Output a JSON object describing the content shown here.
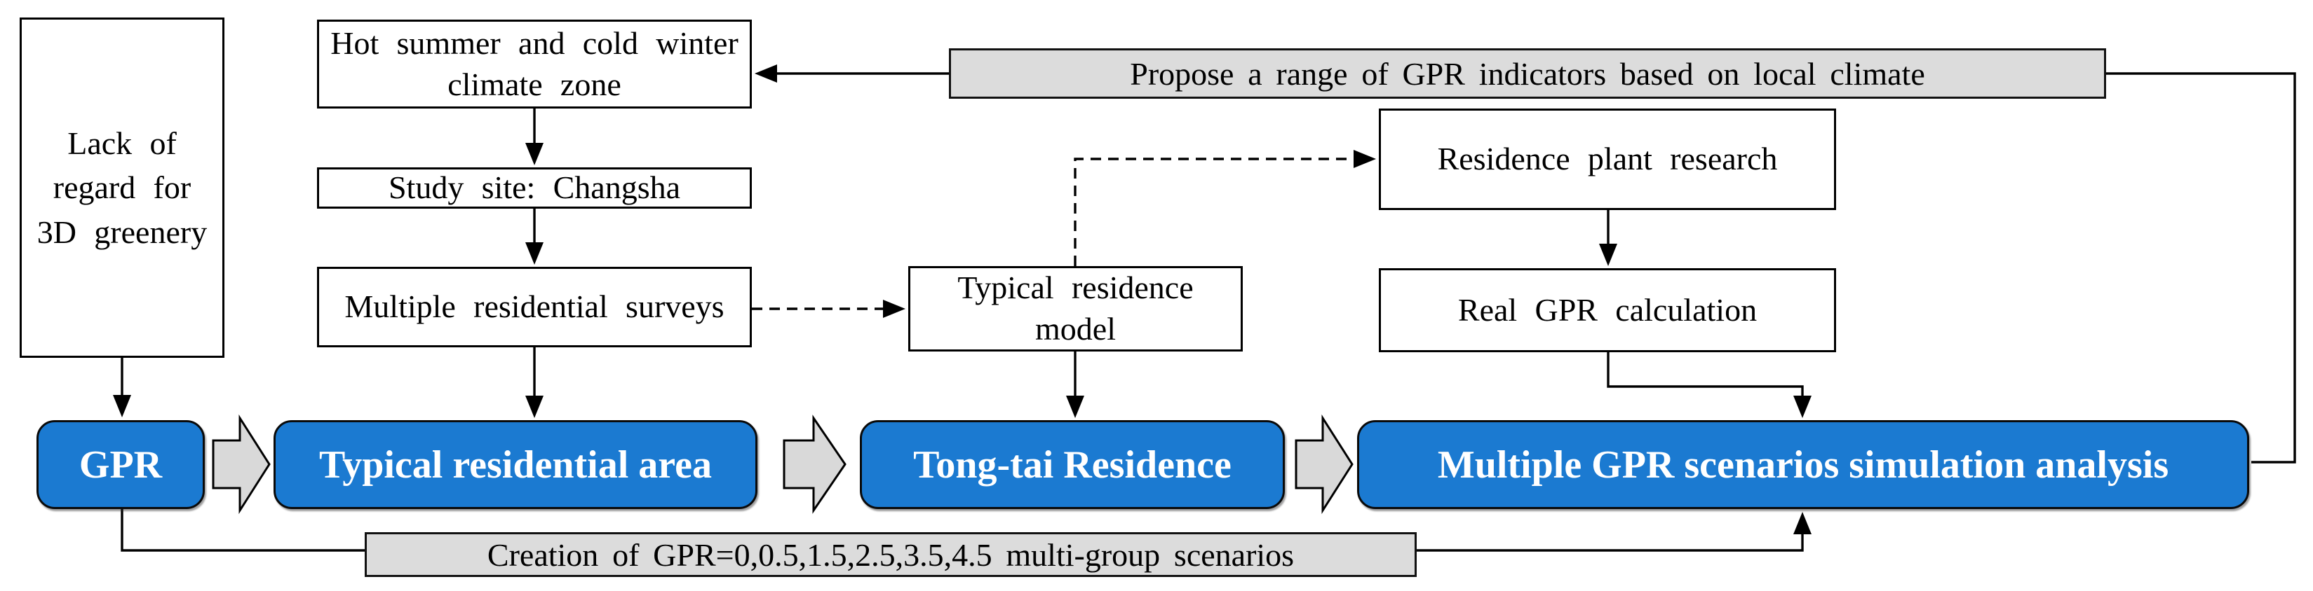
{
  "diagram": {
    "description": "Research workflow flowchart for GPR (green plot ratio) residential greenery study",
    "colors": {
      "highlight_blue": "#1b7ad1",
      "banner_gray": "#dcdcdc",
      "block_arrow_gray": "#d9d9d9",
      "line_black": "#000000",
      "box_white": "#ffffff"
    },
    "boxes": {
      "lack_of_regard": {
        "label": "Lack of regard for 3D greenery"
      },
      "gpr": {
        "label": "GPR"
      },
      "climate_zone": {
        "label": "Hot summer and cold winter climate zone"
      },
      "study_site": {
        "label": "Study site: Changsha"
      },
      "surveys": {
        "label": "Multiple residential surveys"
      },
      "typical_area": {
        "label": "Typical residential area"
      },
      "residence_model": {
        "label": "Typical residence model"
      },
      "tongtai": {
        "label": "Tong-tai Residence"
      },
      "propose_banner": {
        "label": "Propose a range of GPR indicators based on local climate"
      },
      "plant_research": {
        "label": "Residence plant research"
      },
      "real_gpr": {
        "label": "Real GPR calculation"
      },
      "simulation": {
        "label": "Multiple GPR scenarios simulation analysis"
      },
      "creation_banner": {
        "label": "Creation of GPR=0,0.5,1.5,2.5,3.5,4.5 multi-group scenarios"
      }
    }
  }
}
